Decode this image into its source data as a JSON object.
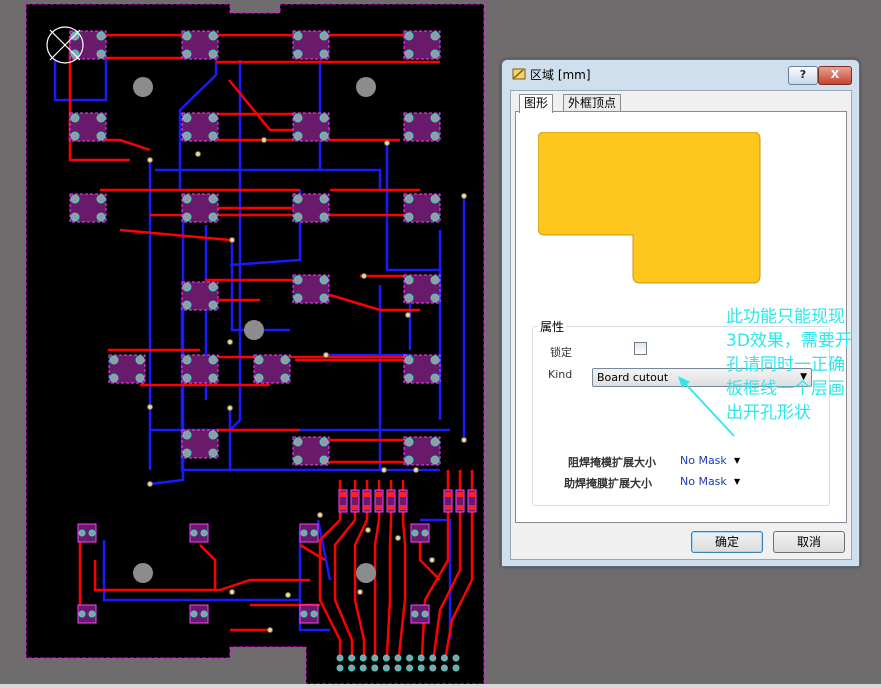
{
  "dialog": {
    "title": "区域 [mm]",
    "help_label": "?",
    "close_label": "X",
    "tabs": [
      "图形",
      "外框顶点"
    ],
    "properties_title": "属性",
    "lock_label": "锁定",
    "kind_label": "Kind",
    "kind_value": "Board cutout",
    "solder_mask_label": "阻焊掩模扩展大小",
    "solder_mask_value": "No Mask",
    "paste_mask_label": "助焊掩膜扩展大小",
    "paste_mask_value": "No Mask",
    "ok_label": "确定",
    "cancel_label": "取消"
  },
  "annotation": {
    "lines": [
      "此功能只能现现",
      "3D效果，需要开",
      "孔请同时一正确",
      "板框线一个层画",
      "出开孔形状"
    ]
  },
  "colors": {
    "board": "#000000",
    "outline": "#ff00ff",
    "top_track": "#ff0000",
    "bottom_track": "#1a1aff",
    "pad": "#8f8f8f",
    "shape_fill": "#ffc61e",
    "annotation": "#2ee6ee"
  }
}
